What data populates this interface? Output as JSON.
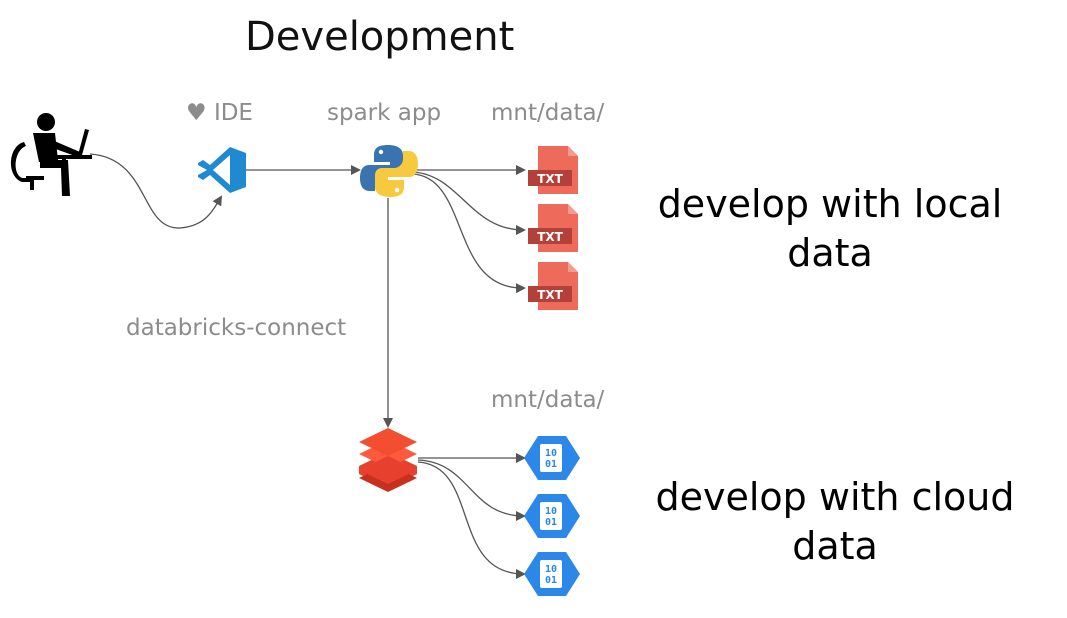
{
  "title": "Development",
  "labels": {
    "ide": "IDE",
    "spark_app": "spark app",
    "mnt_local": "mnt/data/",
    "mnt_cloud": "mnt/data/",
    "databricks_connect": "databricks-connect"
  },
  "file_label": "TXT",
  "blob_label_top": "10",
  "blob_label_bottom": "01",
  "local_text": {
    "line1": "develop with local",
    "line2": "data"
  },
  "cloud_text": {
    "line1": "develop with cloud",
    "line2": "data"
  },
  "icons": {
    "developer": "person-at-laptop-icon",
    "ide": "vscode-icon",
    "heart": "heart-icon",
    "spark_app": "python-icon",
    "databricks": "databricks-icon",
    "local_file": "txt-file-icon",
    "cloud_blob": "azure-blob-icon"
  },
  "colors": {
    "vscode": "#1f8ad2",
    "python_blue": "#3a74b0",
    "python_yellow": "#f7c93e",
    "databricks": "#e8402e",
    "txt_file": "#ee6a5a",
    "txt_band": "#b3413a",
    "azure_blob": "#2b87e8",
    "connector": "#555555",
    "label_gray": "#8c8c8c"
  }
}
